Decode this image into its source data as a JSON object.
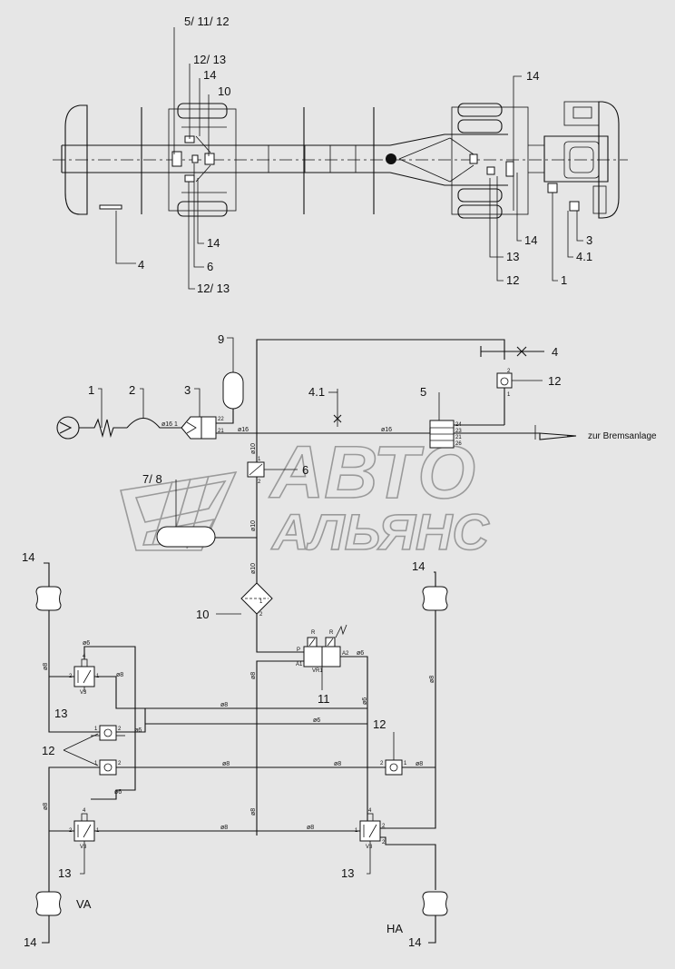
{
  "chassis_labels": {
    "l_5_11_12": "5/ 11/ 12",
    "l_12_13_top": "12/ 13",
    "l_14_top_left": "14",
    "l_10": "10",
    "l_14_top_right": "14",
    "l_4": "4",
    "l_14_mid": "14",
    "l_6": "6",
    "l_12_13_bottom": "12/ 13",
    "l_14_right": "14",
    "l_3": "3",
    "l_4_1": "4.1",
    "l_13": "13",
    "l_12": "12",
    "l_1": "1"
  },
  "schematic_labels": {
    "n9": "9",
    "n1": "1",
    "n2": "2",
    "n3": "3",
    "n4_1": "4.1",
    "n5": "5",
    "n4": "4",
    "n12_top": "12",
    "n7_8": "7/ 8",
    "n6": "6",
    "n14_left": "14",
    "n14_right": "14",
    "n10": "10",
    "n11": "11",
    "n13_top": "13",
    "n12_right": "12",
    "n12_left": "12",
    "n13_bl": "13",
    "n13_br": "13",
    "n14_bl": "14",
    "n14_br": "14",
    "va": "VA",
    "ha": "HA",
    "zur": "zur Bremsanlage"
  },
  "pipe_labels": {
    "p_16_1": "ø16 1",
    "p_16_a": "ø16",
    "p_16_b": "ø16",
    "p_10_a": "ø10",
    "p_10_b": "ø10",
    "p_10_c": "ø10",
    "p_6_a": "ø6",
    "p_6_b": "ø6",
    "p_6_c": "ø6",
    "p_6_d": "ø6",
    "p_6_e": "ø6",
    "p_6_f": "ø6",
    "p_8_a": "ø8",
    "p_8_b": "ø8",
    "p_8_c": "ø8",
    "p_8_d": "ø8",
    "p_8_e": "ø8",
    "p_8_f": "ø8",
    "p_8_g": "ø8",
    "p_8_h": "ø8",
    "p_8_i": "ø8",
    "p_8_j": "ø8",
    "p_8_k": "ø8",
    "p_8_l": "ø8"
  },
  "ports": {
    "c22": "22",
    "c21": "21",
    "c24": "24",
    "c23": "23",
    "c21b": "21",
    "c26": "26",
    "v2": "2",
    "v1": "1",
    "v6_1": "1",
    "v6_2": "2",
    "v10_1": "1",
    "v10_2": "2",
    "v11_p": "P",
    "v11_a1": "A1",
    "v11_a2": "A2",
    "v11_r": "R",
    "v11_r2": "R",
    "v11_vr1": "VR1",
    "q1_4": "4",
    "q1_2": "2",
    "q1_1": "1",
    "q1_3": "V3",
    "q2_4": "4",
    "q2_2": "2",
    "q2_1": "1",
    "q2_3": "V3",
    "q3_4": "4",
    "q3_1": "1",
    "q3_2": "2",
    "q3_22": "2",
    "q3_3": "V3",
    "d1_1": "1",
    "d1_2": "2",
    "d2_1": "1",
    "d2_2": "2",
    "d3_1": "1",
    "d3_2": "2"
  },
  "watermark": {
    "line1": "АВТО",
    "line2": "АЛЬЯНС"
  },
  "colors": {
    "background": "#e6e6e6",
    "line": "#111111",
    "watermark": "#9a9a9a"
  }
}
